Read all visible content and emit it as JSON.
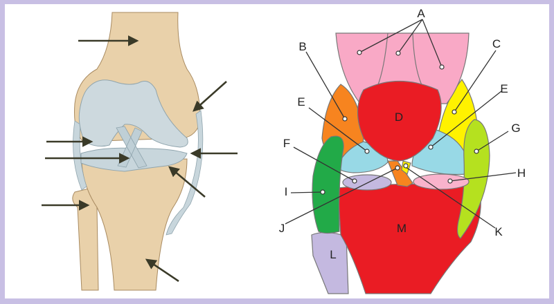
{
  "diagram": {
    "labels": {
      "A": "A",
      "B": "B",
      "C": "C",
      "D": "D",
      "E_left": "E",
      "E_right": "E",
      "F": "F",
      "G": "G",
      "H": "H",
      "I": "I",
      "J": "J",
      "K": "K",
      "L": "L",
      "M": "M"
    },
    "colors": {
      "border": "#c8bfe4",
      "bone": "#e9d1aa",
      "cartilage": "#cbd8de",
      "A": "#f9a9c6",
      "B": "#f7841f",
      "C": "#fff200",
      "D": "#ea1c24",
      "E": "#98d9e6",
      "F": "#c4b9e0",
      "G": "#b5e11f",
      "H": "#f9b3cc",
      "I": "#22aa48",
      "J": "#f7841f",
      "K": "#fff200",
      "L": "#c4b9e0",
      "M": "#ea1c24"
    }
  }
}
